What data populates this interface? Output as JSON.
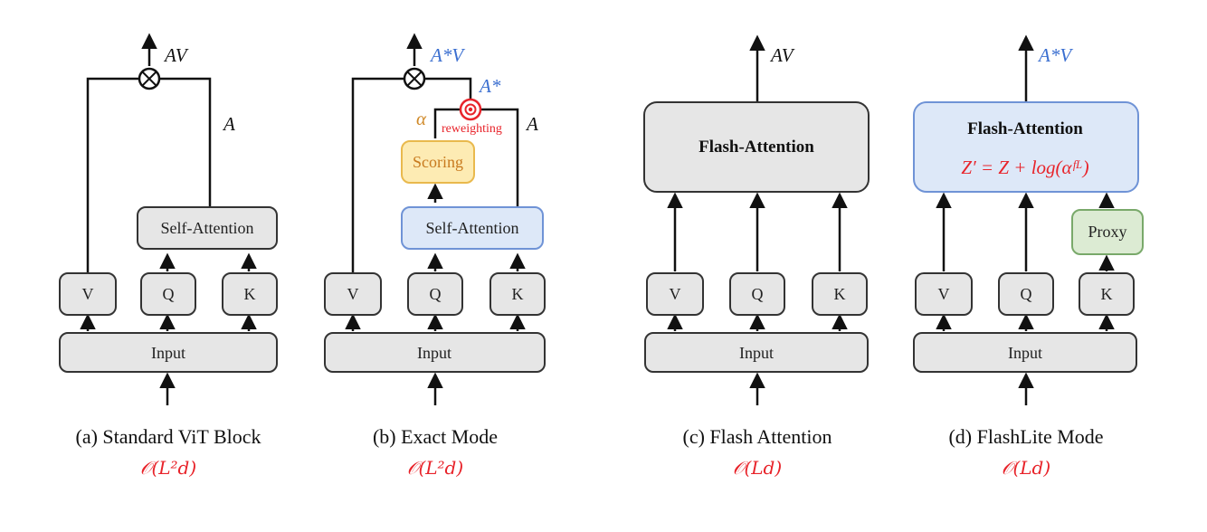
{
  "colors": {
    "box_gray": "#e6e6e6",
    "box_blue": "#dde8f8",
    "box_blue_stroke": "#6f93d6",
    "box_yellow": "#fdebb3",
    "box_yellow_stroke": "#e9b94d",
    "box_green": "#dcebd3",
    "box_green_stroke": "#79a96a",
    "accent_blue": "#3b6fd0",
    "accent_red": "#e8232a",
    "accent_orange": "#d08a2a"
  },
  "panel_a": {
    "output_label": "AV",
    "attention_label": "A",
    "self_attention": "Self-Attention",
    "v": "V",
    "q": "Q",
    "k": "K",
    "input": "Input",
    "caption": "(a) Standard ViT Block",
    "complexity": "𝒪(L²d)"
  },
  "panel_b": {
    "output_label": "A*V",
    "reweighted_label": "A*",
    "alpha": "α",
    "reweighting": "reweighting",
    "attention_label": "A",
    "scoring": "Scoring",
    "self_attention": "Self-Attention",
    "v": "V",
    "q": "Q",
    "k": "K",
    "input": "Input",
    "caption": "(b) Exact Mode",
    "complexity": "𝒪(L²d)"
  },
  "panel_c": {
    "output_label": "AV",
    "flash_attention": "Flash-Attention",
    "v": "V",
    "q": "Q",
    "k": "K",
    "input": "Input",
    "caption": "(c) Flash Attention",
    "complexity": "𝒪(Ld)"
  },
  "panel_d": {
    "output_label": "A*V",
    "flash_attention": "Flash-Attention",
    "formula": "Z′ = Z + log(αᶠᴸ)",
    "proxy": "Proxy",
    "v": "V",
    "q": "Q",
    "k": "K",
    "input": "Input",
    "caption": "(d) FlashLite Mode",
    "complexity": "𝒪(Ld)"
  }
}
